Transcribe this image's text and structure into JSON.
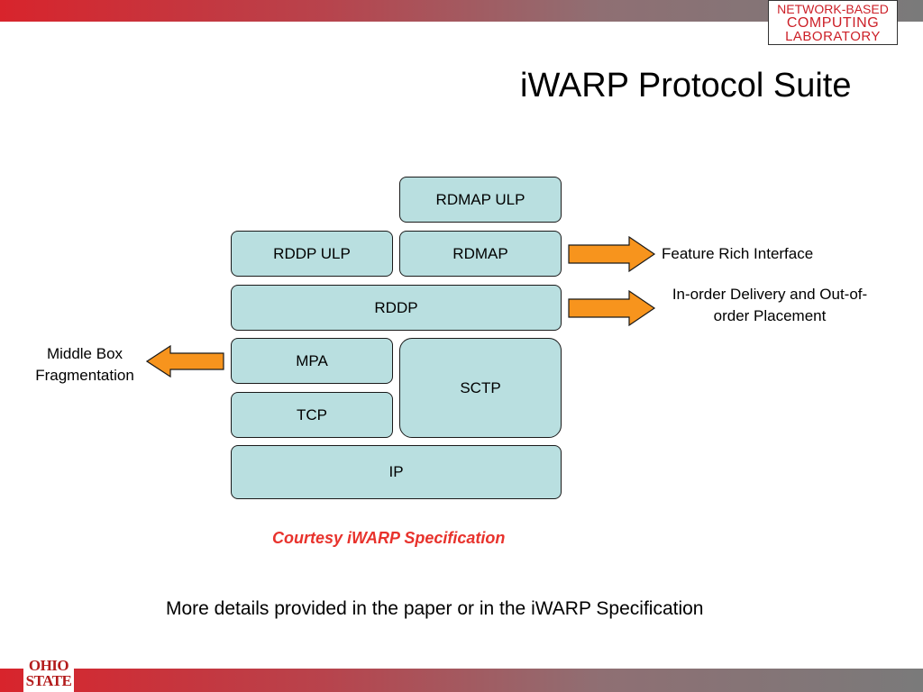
{
  "slide": {
    "title": "iWARP Protocol Suite",
    "lab_logo": [
      "NETWORK-BASED",
      "COMPUTING",
      "LABORATORY"
    ],
    "university_logo": [
      "OHIO",
      "STATE"
    ],
    "courtesy": "Courtesy iWARP Specification",
    "footnote": "More details provided in the paper or in the iWARP Specification"
  },
  "diagram": {
    "layers": {
      "rdmap_ulp": "RDMAP ULP",
      "rddp_ulp": "RDDP ULP",
      "rdmap": "RDMAP",
      "rddp": "RDDP",
      "mpa": "MPA",
      "sctp": "SCTP",
      "tcp": "TCP",
      "ip": "IP"
    },
    "annotations": {
      "feature_rich": "Feature Rich Interface",
      "in_order_line1": "In-order Delivery and Out-of-",
      "in_order_line2": "order Placement",
      "middle_box_line1": "Middle Box",
      "middle_box_line2": "Fragmentation"
    }
  },
  "colors": {
    "box_fill": "#b9dfe0",
    "arrow_fill": "#f7941d",
    "courtesy_text": "#e8322c",
    "brand_red": "#cc1f27"
  }
}
